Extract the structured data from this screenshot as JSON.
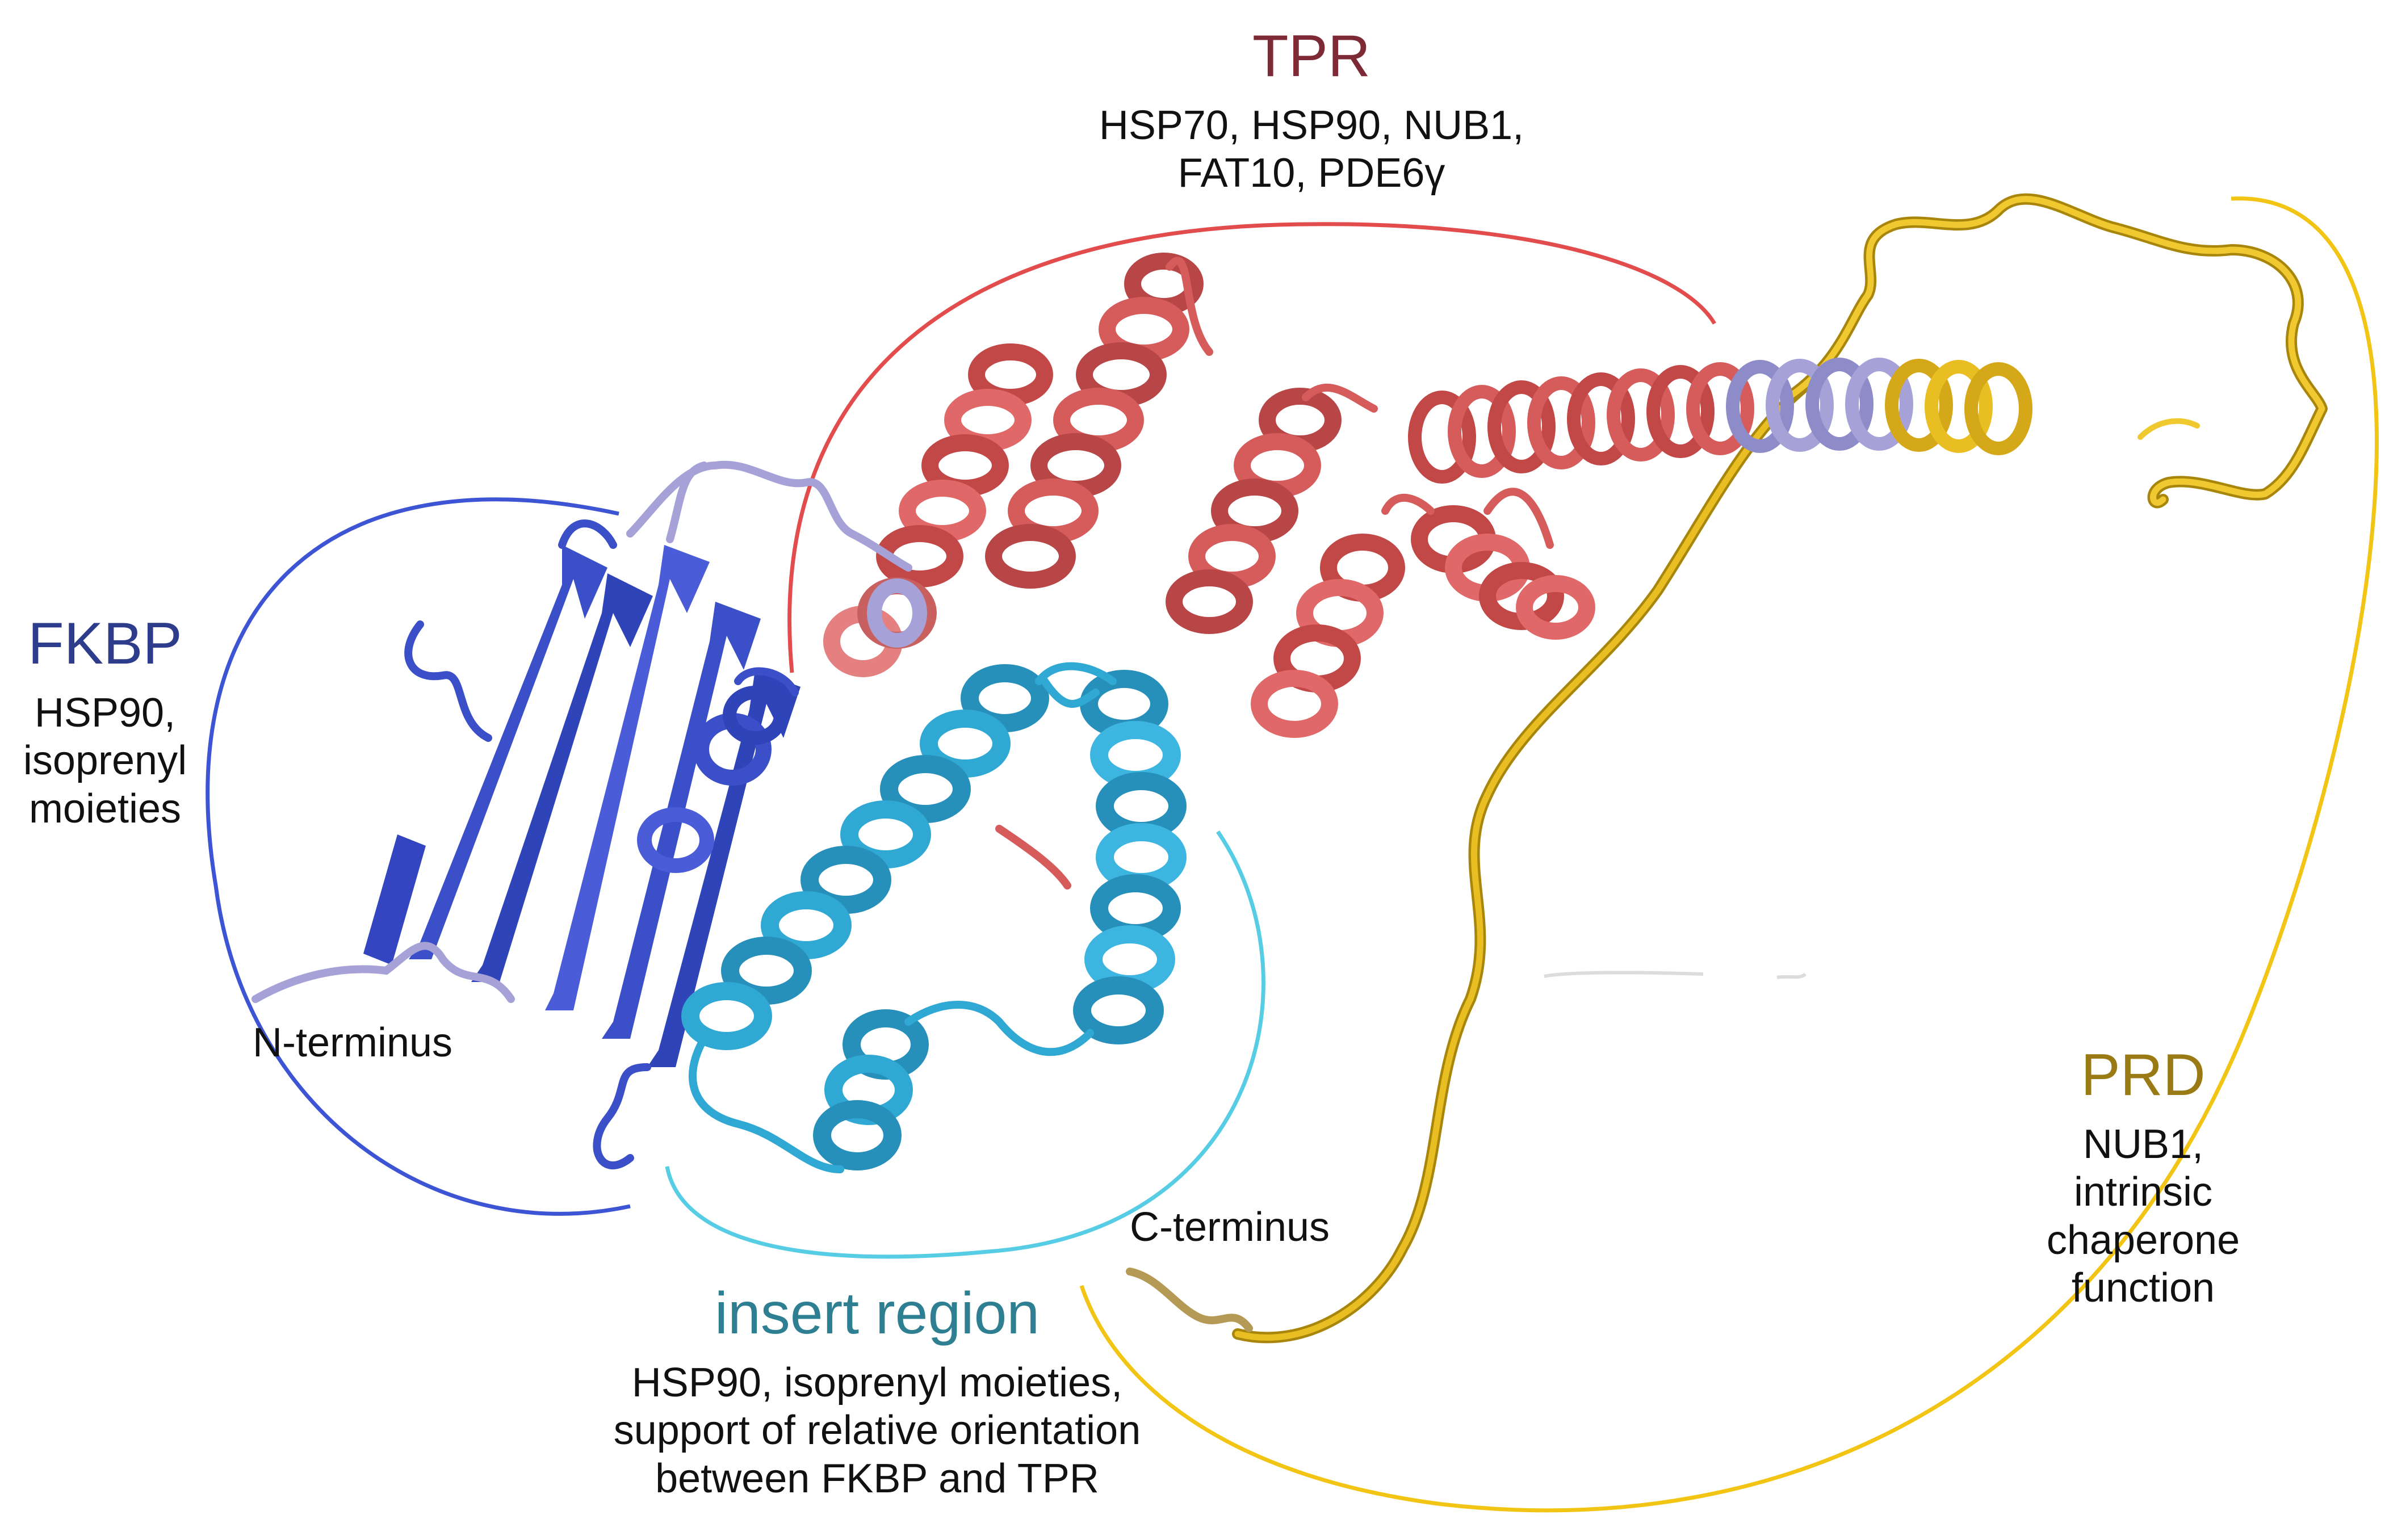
{
  "colors": {
    "fkbp": "#3a4fc8",
    "fkbp_label": "#2e3c8c",
    "fkbp_light": "#a6a2d8",
    "tpr": "#d65c5c",
    "tpr_arc": "#e24c4c",
    "tpr_label": "#7e2a36",
    "insert": "#30a8d4",
    "insert_arc": "#56cde4",
    "insert_label": "#2f7f93",
    "prd": "#e0b21a",
    "prd_arc": "#f2c515",
    "prd_label": "#9a7a14",
    "text": "#111111"
  },
  "domains": {
    "tpr": {
      "name": "TPR",
      "partners": "HSP70, HSP90, NUB1,\nFAT10, PDE6γ",
      "icon": "red-helical-ribbon"
    },
    "fkbp": {
      "name": "FKBP",
      "partners": "HSP90,\nisoprenyl\nmoieties",
      "icon": "blue-beta-sheet-ribbon"
    },
    "insert": {
      "name": "insert region",
      "partners": "HSP90, isoprenyl moieties,\nsupport of relative orientation\nbetween FKBP and TPR",
      "icon": "cyan-helical-ribbon"
    },
    "prd": {
      "name": "PRD",
      "partners": "NUB1,\nintrinsic\nchaperone\nfunction",
      "icon": "yellow-coil-ribbon"
    }
  },
  "termini": {
    "n": "N-terminus",
    "c": "C-terminus"
  }
}
